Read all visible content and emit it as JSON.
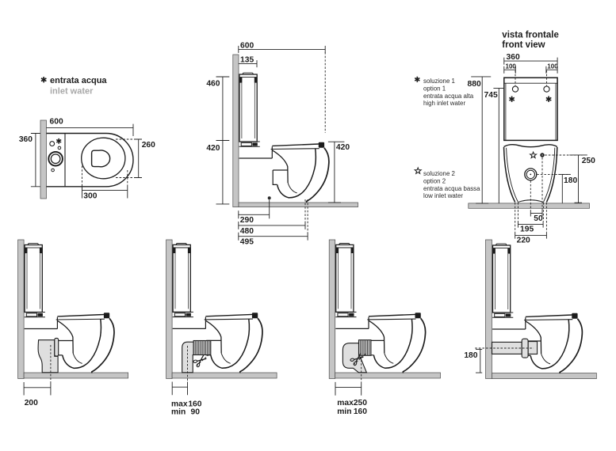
{
  "colors": {
    "background": "#ffffff",
    "line": "#1c1c1c",
    "wall_gray": "#c5c5c5",
    "pipe_gray": "#dfdfdf",
    "muted_text_gray": "#a8a8a8"
  },
  "inlet_legend": {
    "it": "entrata acqua",
    "en": "inlet water"
  },
  "front_title": {
    "it": "vista frontale",
    "en": "front view"
  },
  "option1": {
    "lines": [
      "soluzione 1",
      "option 1",
      "entrata acqua alta",
      "high inlet water"
    ]
  },
  "option2": {
    "lines": [
      "soluzione 2",
      "option 2",
      "entrata acqua bassa",
      "low inlet water"
    ]
  },
  "plan_view": {
    "dim_width": "600",
    "dim_depth": "360",
    "dim_seat_length": "260",
    "dim_seat_offset": "300"
  },
  "side_view": {
    "dim_depth": "600",
    "dim_cistern_depth": "135",
    "dim_cistern_height": "460",
    "dim_bowl_height_left": "420",
    "dim_bowl_height_right": "420",
    "dim_fixing_offset": "290",
    "dim_front_offset1": "480",
    "dim_front_offset2": "495"
  },
  "front_view": {
    "dim_width": "360",
    "dim_hole_left": "100",
    "dim_hole_right": "100",
    "dim_total_height": "880",
    "dim_inlet_height": "745",
    "dim_low_inlet_height": "250",
    "dim_drain_height": "180",
    "dim_center_offset": "50",
    "dim_drain_offset": "195",
    "dim_feet_width": "220"
  },
  "outlet_views": {
    "vertical": {
      "dim": "200"
    },
    "short_flex": {
      "max_label": "max",
      "max_value": "160",
      "min_label": "min",
      "min_value": "90"
    },
    "long_flex": {
      "max_label": "max",
      "max_value": "250",
      "min_label": "min",
      "min_value": "160"
    },
    "horizontal": {
      "dim": "180"
    }
  }
}
